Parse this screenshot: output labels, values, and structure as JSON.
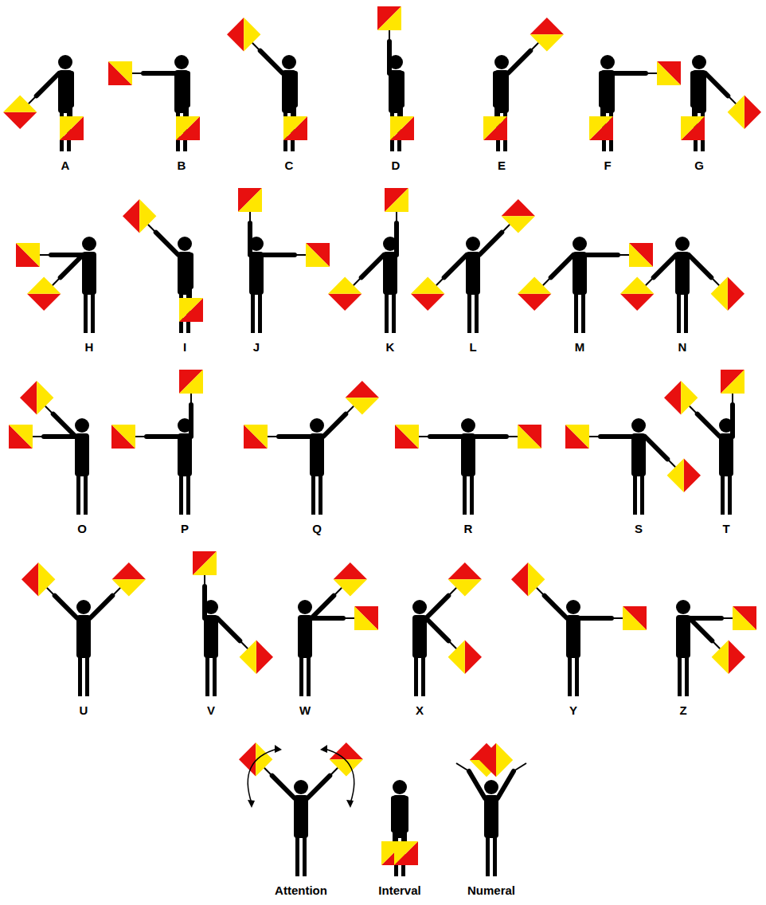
{
  "diagram": {
    "labels": [
      "A",
      "B",
      "C",
      "D",
      "E",
      "F",
      "G",
      "H",
      "I",
      "J",
      "K",
      "L",
      "M",
      "N",
      "O",
      "P",
      "Q",
      "R",
      "S",
      "T",
      "U",
      "V",
      "W",
      "X",
      "Y",
      "Z",
      "Attention",
      "Interval",
      "Numeral"
    ]
  }
}
